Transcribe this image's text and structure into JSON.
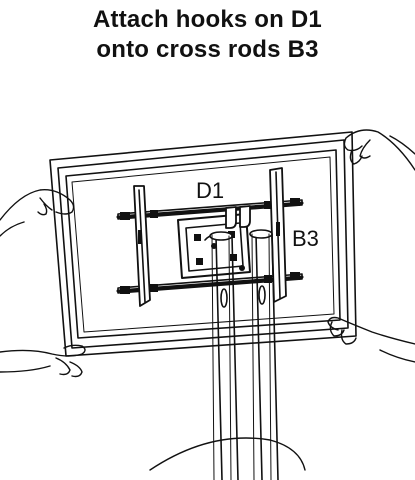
{
  "title": {
    "line1": "Attach hooks on D1",
    "line2": "onto cross rods  B3"
  },
  "labels": {
    "d1": "D1",
    "b3": "B3"
  }
}
